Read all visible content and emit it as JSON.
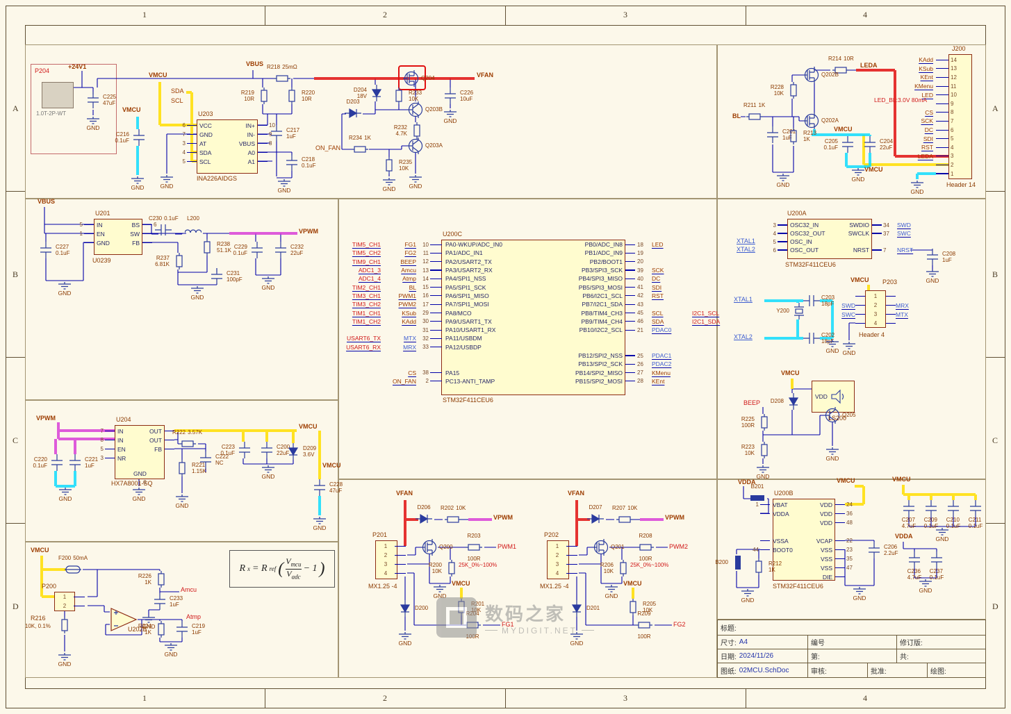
{
  "frame": {
    "cols": [
      "1",
      "2",
      "3",
      "4"
    ],
    "rows": [
      "A",
      "B",
      "C",
      "D"
    ]
  },
  "nets": {
    "vmcu": "VMCU",
    "gnd": "GND",
    "vbus": "VBUS",
    "vfan": "VFAN",
    "vpwm": "VPWM",
    "vdda": "VDDA",
    "p24": "+24V1",
    "sda": "SDA",
    "scl": "SCL",
    "on_fan": "ON_FAN",
    "bl": "BL",
    "leda": "LEDA",
    "beep": "BEEP",
    "amcu": "Amcu",
    "atmp": "Atmp",
    "pwm1": "PWM1",
    "pwm2": "PWM2",
    "fg1": "FG1",
    "fg2": "FG2",
    "xtal1": "XTAL1",
    "xtal2": "XTAL2",
    "led_bl": "LED_BL:3.0V 80mA",
    "fan_range": "25K_0%~100%"
  },
  "parts": {
    "C216": {
      "r": "C216",
      "v": "0.1uF"
    },
    "C217": {
      "r": "C217",
      "v": "1uF"
    },
    "C218": {
      "r": "C218",
      "v": "0.1uF"
    },
    "C225": {
      "r": "C225",
      "v": "47uF"
    },
    "C226": {
      "r": "C226",
      "v": "10uF"
    },
    "R218": {
      "r": "R218",
      "v": "25mΩ"
    },
    "R219": {
      "r": "R219",
      "v": "10R"
    },
    "R220": {
      "r": "R220",
      "v": "10R"
    },
    "D204": {
      "r": "D204",
      "v": "18V"
    },
    "D203": {
      "r": "D203",
      "v": ""
    },
    "R233": {
      "r": "R233",
      "v": "10K"
    },
    "R232": {
      "r": "R232",
      "v": "4.7K"
    },
    "R234": {
      "r": "R234",
      "v": "1K"
    },
    "R235": {
      "r": "R235",
      "v": "10K"
    },
    "Q204": {
      "r": "Q204",
      "v": ""
    },
    "Q203A": {
      "r": "Q203A",
      "v": ""
    },
    "Q203B": {
      "r": "Q203B",
      "v": ""
    },
    "R214": {
      "r": "R214",
      "v": "10R"
    },
    "R228": {
      "r": "R228",
      "v": "10K"
    },
    "R211": {
      "r": "R211",
      "v": "1K"
    },
    "R213": {
      "r": "R213",
      "v": "1K"
    },
    "C201": {
      "r": "C201",
      "v": "1uF"
    },
    "C205": {
      "r": "C205",
      "v": "0.1uF"
    },
    "C204": {
      "r": "C204",
      "v": "22uF"
    },
    "Q202A": {
      "r": "Q202A",
      "v": ""
    },
    "Q202B": {
      "r": "Q202B",
      "v": ""
    },
    "C227": {
      "r": "C227",
      "v": "0.1uF"
    },
    "C230": {
      "r": "C230",
      "v": "0.1uF"
    },
    "L200": {
      "r": "L200",
      "v": ""
    },
    "R238": {
      "r": "R238",
      "v": "51.1K"
    },
    "R237": {
      "r": "R237",
      "v": "6.81K"
    },
    "C231": {
      "r": "C231",
      "v": "100pF"
    },
    "C229": {
      "r": "C229",
      "v": "0.1uF"
    },
    "C232": {
      "r": "C232",
      "v": "22uF"
    },
    "C208": {
      "r": "C208",
      "v": "1uF"
    },
    "Y200": {
      "r": "Y200",
      "v": ""
    },
    "C203": {
      "r": "C203",
      "v": "18pF"
    },
    "C202": {
      "r": "C202",
      "v": "18pF"
    },
    "D208": {
      "r": "D208",
      "v": ""
    },
    "Q205": {
      "r": "Q205",
      "v": ""
    },
    "R225": {
      "r": "R225",
      "v": "100R"
    },
    "R223": {
      "r": "R223",
      "v": "10K"
    },
    "B201": {
      "r": "B201",
      "v": ""
    },
    "B200": {
      "r": "B200",
      "v": ""
    },
    "R212": {
      "r": "R212",
      "v": "1K"
    },
    "C206": {
      "r": "C206",
      "v": "2.2uF"
    },
    "C207": {
      "r": "C207",
      "v": "4.7uF"
    },
    "C209": {
      "r": "C209",
      "v": "0.1uF"
    },
    "C210": {
      "r": "C210",
      "v": "0.1uF"
    },
    "C211": {
      "r": "C211",
      "v": "0.1uF"
    },
    "C236": {
      "r": "C236",
      "v": "4.7uF"
    },
    "C237": {
      "r": "C237",
      "v": "0.1uF"
    },
    "C220": {
      "r": "C220",
      "v": "0.1uF"
    },
    "C221": {
      "r": "C221",
      "v": "1uF"
    },
    "R222": {
      "r": "R222",
      "v": "3.57K"
    },
    "C222": {
      "r": "C222",
      "v": "NC"
    },
    "R221": {
      "r": "R221",
      "v": "1.15K"
    },
    "C223": {
      "r": "C223",
      "v": "0.1uF"
    },
    "C200": {
      "r": "C200",
      "v": "22uF"
    },
    "D209": {
      "r": "D209",
      "v": "3.6V"
    },
    "C228": {
      "r": "C228",
      "v": "47uF"
    },
    "F200": {
      "r": "F200",
      "v": "50mA"
    },
    "R226": {
      "r": "R226",
      "v": "1K"
    },
    "C233": {
      "r": "C233",
      "v": "1uF"
    },
    "C219": {
      "r": "C219",
      "v": "1uF"
    },
    "R224": {
      "r": "R224",
      "v": "1K"
    },
    "R216": {
      "r": "R216",
      "v": "10K, 0.1%"
    },
    "D206": {
      "r": "D206",
      "v": ""
    },
    "R202": {
      "r": "R202",
      "v": "10K"
    },
    "Q200": {
      "r": "Q200",
      "v": ""
    },
    "R203": {
      "r": "R203",
      "v": "100R"
    },
    "R200": {
      "r": "R200",
      "v": "10K"
    },
    "D200": {
      "r": "D200",
      "v": ""
    },
    "R201": {
      "r": "R201",
      "v": "10K"
    },
    "R204": {
      "r": "R204",
      "v": "100R"
    },
    "D207": {
      "r": "D207",
      "v": ""
    },
    "R207": {
      "r": "R207",
      "v": "10K"
    },
    "Q201": {
      "r": "Q201",
      "v": ""
    },
    "R208": {
      "r": "R208",
      "v": "100R"
    },
    "R206": {
      "r": "R206",
      "v": "10K"
    },
    "D201": {
      "r": "D201",
      "v": ""
    },
    "R205": {
      "r": "R205",
      "v": "10K"
    },
    "R209": {
      "r": "R209",
      "v": "100R"
    },
    "U202B": {
      "r": "U202B",
      "v": ""
    }
  },
  "ics": {
    "u203": {
      "ref": "U203",
      "part": "INA226AIDGS",
      "left": [
        {
          "n": "6",
          "nm": "VCC"
        },
        {
          "n": "7",
          "nm": "GND"
        },
        {
          "n": "3",
          "nm": "AT"
        },
        {
          "n": "4",
          "nm": "SDA"
        },
        {
          "n": "5",
          "nm": "SCL"
        }
      ],
      "right": [
        {
          "nm": "IN+",
          "n": "10"
        },
        {
          "nm": "IN-",
          "n": "9"
        },
        {
          "nm": "VBUS",
          "n": "8"
        },
        {
          "nm": "A0",
          "n": ""
        },
        {
          "nm": "A1",
          "n": ""
        }
      ]
    },
    "u201": {
      "ref": "U201",
      "part": "U0239",
      "left": [
        {
          "n": "5",
          "nm": "IN"
        },
        {
          "n": "1",
          "nm": "EN"
        },
        {
          "n": "",
          "nm": "GND"
        }
      ],
      "right": [
        {
          "nm": "BS",
          "n": "6"
        },
        {
          "nm": "SW",
          "n": ""
        },
        {
          "nm": "FB",
          "n": ""
        }
      ]
    },
    "u204": {
      "ref": "U204",
      "part": "HX7A8001-SQ",
      "gnd": "GND",
      "gnd_n": "6",
      "left": [
        {
          "n": "7",
          "nm": "IN"
        },
        {
          "n": "8",
          "nm": "IN"
        },
        {
          "n": "5",
          "nm": "EN"
        },
        {
          "n": "3",
          "nm": "NR"
        }
      ],
      "right": [
        {
          "nm": "OUT",
          "n": ""
        },
        {
          "nm": "OUT",
          "n": ""
        },
        {
          "nm": "FB",
          "n": ""
        }
      ]
    },
    "u200c": {
      "ref": "U200C",
      "part": "STM32F411CEU6",
      "left": [
        {
          "s": "TIM5_CH1",
          "t": "FG1",
          "n": "10",
          "nm": "PA0-WKUP/ADC_IN0"
        },
        {
          "s": "TIM5_CH2",
          "t": "FG2",
          "n": "11",
          "nm": "PA1/ADC_IN1"
        },
        {
          "s": "TIM9_CH1",
          "t": "BEEP",
          "n": "12",
          "nm": "PA2/USART2_TX"
        },
        {
          "s": "ADC1_3",
          "t": "Amcu",
          "n": "13",
          "nm": "PA3/USART2_RX"
        },
        {
          "s": "ADC1_4",
          "t": "Atmp",
          "n": "14",
          "nm": "PA4/SPI1_NSS"
        },
        {
          "s": "TIM2_CH1",
          "t": "BL",
          "n": "15",
          "nm": "PA5/SPI1_SCK"
        },
        {
          "s": "TIM3_CH1",
          "t": "PWM1",
          "n": "16",
          "nm": "PA6/SPI1_MISO"
        },
        {
          "s": "TIM3_CH2",
          "t": "PWM2",
          "n": "17",
          "nm": "PA7/SPI1_MOSI"
        },
        {
          "s": "TIM1_CH1",
          "t": "KSub",
          "n": "29",
          "nm": "PA8/MCO"
        },
        {
          "s": "TIM1_CH2",
          "t": "KAdd",
          "n": "30",
          "nm": "PA9/USART1_TX"
        },
        {
          "s": "",
          "t": "",
          "n": "31",
          "nm": "PA10/USART1_RX"
        },
        {
          "s": "USART6_TX",
          "t": "MTX",
          "c": "b",
          "n": "32",
          "nm": "PA11/USBDM"
        },
        {
          "s": "USART6_RX",
          "t": "MRX",
          "c": "b",
          "n": "33",
          "nm": "PA12/USBDP"
        },
        {},
        {},
        {
          "s": "",
          "t": "CS",
          "n": "38",
          "nm": "PA15"
        },
        {
          "s": "",
          "t": "ON_FAN",
          "n": "2",
          "nm": "PC13-ANTI_TAMP"
        }
      ],
      "right": [
        {
          "nm": "PB0/ADC_IN8",
          "n": "18",
          "t": "LED"
        },
        {
          "nm": "PB1/ADC_IN9",
          "n": "19",
          "t": ""
        },
        {
          "nm": "PB2/BOOT1",
          "n": "20",
          "t": ""
        },
        {
          "nm": "PB3/SPI3_SCK",
          "n": "39",
          "t": "SCK"
        },
        {
          "nm": "PB4/SPI3_MISO",
          "n": "40",
          "t": "DC"
        },
        {
          "nm": "PB5/SPI3_MOSI",
          "n": "41",
          "t": "SDI"
        },
        {
          "nm": "PB6/I2C1_SCL",
          "n": "42",
          "t": "RST"
        },
        {
          "nm": "PB7/I2C1_SDA",
          "n": "43",
          "t": ""
        },
        {
          "nm": "PB8/TIM4_CH3",
          "n": "45",
          "t": "SCL",
          "x": "I2C1_SCL"
        },
        {
          "nm": "PB9/TIM4_CH4",
          "n": "46",
          "t": "SDA",
          "x": "I2C1_SDA"
        },
        {
          "nm": "PB10/I2C2_SCL",
          "n": "21",
          "t": "PDAC0",
          "c": "b"
        },
        {},
        {},
        {
          "nm": "PB12/SPI2_NSS",
          "n": "25",
          "t": "PDAC1",
          "c": "b"
        },
        {
          "nm": "PB13/SPI2_SCK",
          "n": "26",
          "t": "PDAC2",
          "c": "b"
        },
        {
          "nm": "PB14/SPI2_MISO",
          "n": "27",
          "t": "KMenu"
        },
        {
          "nm": "PB15/SPI2_MOSI",
          "n": "28",
          "t": "KEnt"
        }
      ]
    },
    "u200a": {
      "ref": "U200A",
      "part": "STM32F411CEU6",
      "left": [
        {
          "n": "3",
          "nm": "OSC32_IN"
        },
        {
          "n": "4",
          "nm": "OSC32_OUT"
        },
        {
          "n": "5",
          "nm": "OSC_IN"
        },
        {
          "n": "6",
          "nm": "OSC_OUT"
        }
      ],
      "right": [
        {
          "nm": "SWDIO",
          "n": "34",
          "t": "SWD",
          "c": "b"
        },
        {
          "nm": "SWCLK",
          "n": "37",
          "t": "SWC",
          "c": "b"
        },
        {},
        {
          "nm": "NRST",
          "n": "7",
          "t": "NRST",
          "c": "b"
        }
      ]
    },
    "u200b": {
      "ref": "U200B",
      "part": "STM32F411CEU6",
      "left": [
        {
          "n": "1",
          "nm": "VBAT"
        },
        {
          "n": "",
          "nm": "VDDA"
        },
        {},
        {},
        {
          "n": "",
          "nm": "VSSA"
        },
        {
          "n": "44",
          "nm": "BOOT0"
        },
        {},
        {},
        {}
      ],
      "right": [
        {
          "nm": "VDD",
          "n": "24"
        },
        {
          "nm": "VDD",
          "n": "36"
        },
        {
          "nm": "VDD",
          "n": "48"
        },
        {},
        {
          "nm": "VCAP",
          "n": "22"
        },
        {
          "nm": "VSS",
          "n": "23"
        },
        {
          "nm": "VSS",
          "n": "35"
        },
        {
          "nm": "VSS",
          "n": "47"
        },
        {
          "nm": "DIE",
          "n": ""
        }
      ]
    }
  },
  "conn": {
    "j200": {
      "ref": "J200",
      "part": "Header 14",
      "pins": [
        {
          "t": "KAdd",
          "n": "14"
        },
        {
          "t": "KSub",
          "n": "13"
        },
        {
          "t": "KEnt",
          "n": "12"
        },
        {
          "t": "KMenu",
          "n": "11"
        },
        {
          "t": "LED",
          "n": "10"
        },
        {
          "t": "",
          "n": "9"
        },
        {
          "t": "CS",
          "n": "8"
        },
        {
          "t": "SCK",
          "n": "7"
        },
        {
          "t": "DC",
          "n": "6"
        },
        {
          "t": "SDI",
          "n": "5"
        },
        {
          "t": "RST",
          "n": "4"
        },
        {
          "t": "LEDA",
          "n": "3"
        },
        {
          "t": "",
          "n": "2"
        },
        {
          "t": "",
          "n": "1"
        }
      ]
    },
    "p203": {
      "ref": "P203",
      "part": "Header 4",
      "rows": [
        {
          "l": "",
          "n": "1",
          "r": ""
        },
        {
          "l": "SWD",
          "n": "2",
          "r": "MRX"
        },
        {
          "l": "SWC",
          "n": "3",
          "r": "MTX"
        },
        {
          "l": "",
          "n": "4",
          "r": ""
        }
      ]
    },
    "p201": {
      "ref": "P201",
      "part": "MX1.25 -4",
      "pins": [
        "1",
        "2",
        "3",
        "4"
      ]
    },
    "p202": {
      "ref": "P202",
      "part": "MX1.25 -4",
      "pins": [
        "1",
        "2",
        "3",
        "4"
      ]
    },
    "p200": {
      "ref": "P200",
      "pins": [
        "1",
        "2"
      ]
    },
    "p204": {
      "ref": "P204",
      "part": "1.0T-2P-WT"
    }
  },
  "buzzer": {
    "ref": "LS200",
    "pin": "VDD"
  },
  "formula": {
    "r": "R",
    "x": "x",
    "eq": "= R",
    "ref": "ref",
    "lp": "(",
    "vn": "V",
    "ns": "mcu",
    "vd": "V",
    "ds": "adc",
    "tail": "− 1",
    "rp": ")"
  },
  "watermark": {
    "cn": "数码之家",
    "en": "MYDIGIT.NET"
  },
  "titleblock": {
    "title": "标题:",
    "size_l": "尺寸:",
    "size_v": "A4",
    "num": "编号",
    "rev": "修订版:",
    "date_l": "日期:",
    "date_v": "2024/11/26",
    "sheet": "第:",
    "of": "共:",
    "doc_l": "图纸:",
    "doc_v": "02MCU.SchDoc",
    "check": "审核:",
    "appr": "批准:",
    "drawn": "绘图:"
  }
}
